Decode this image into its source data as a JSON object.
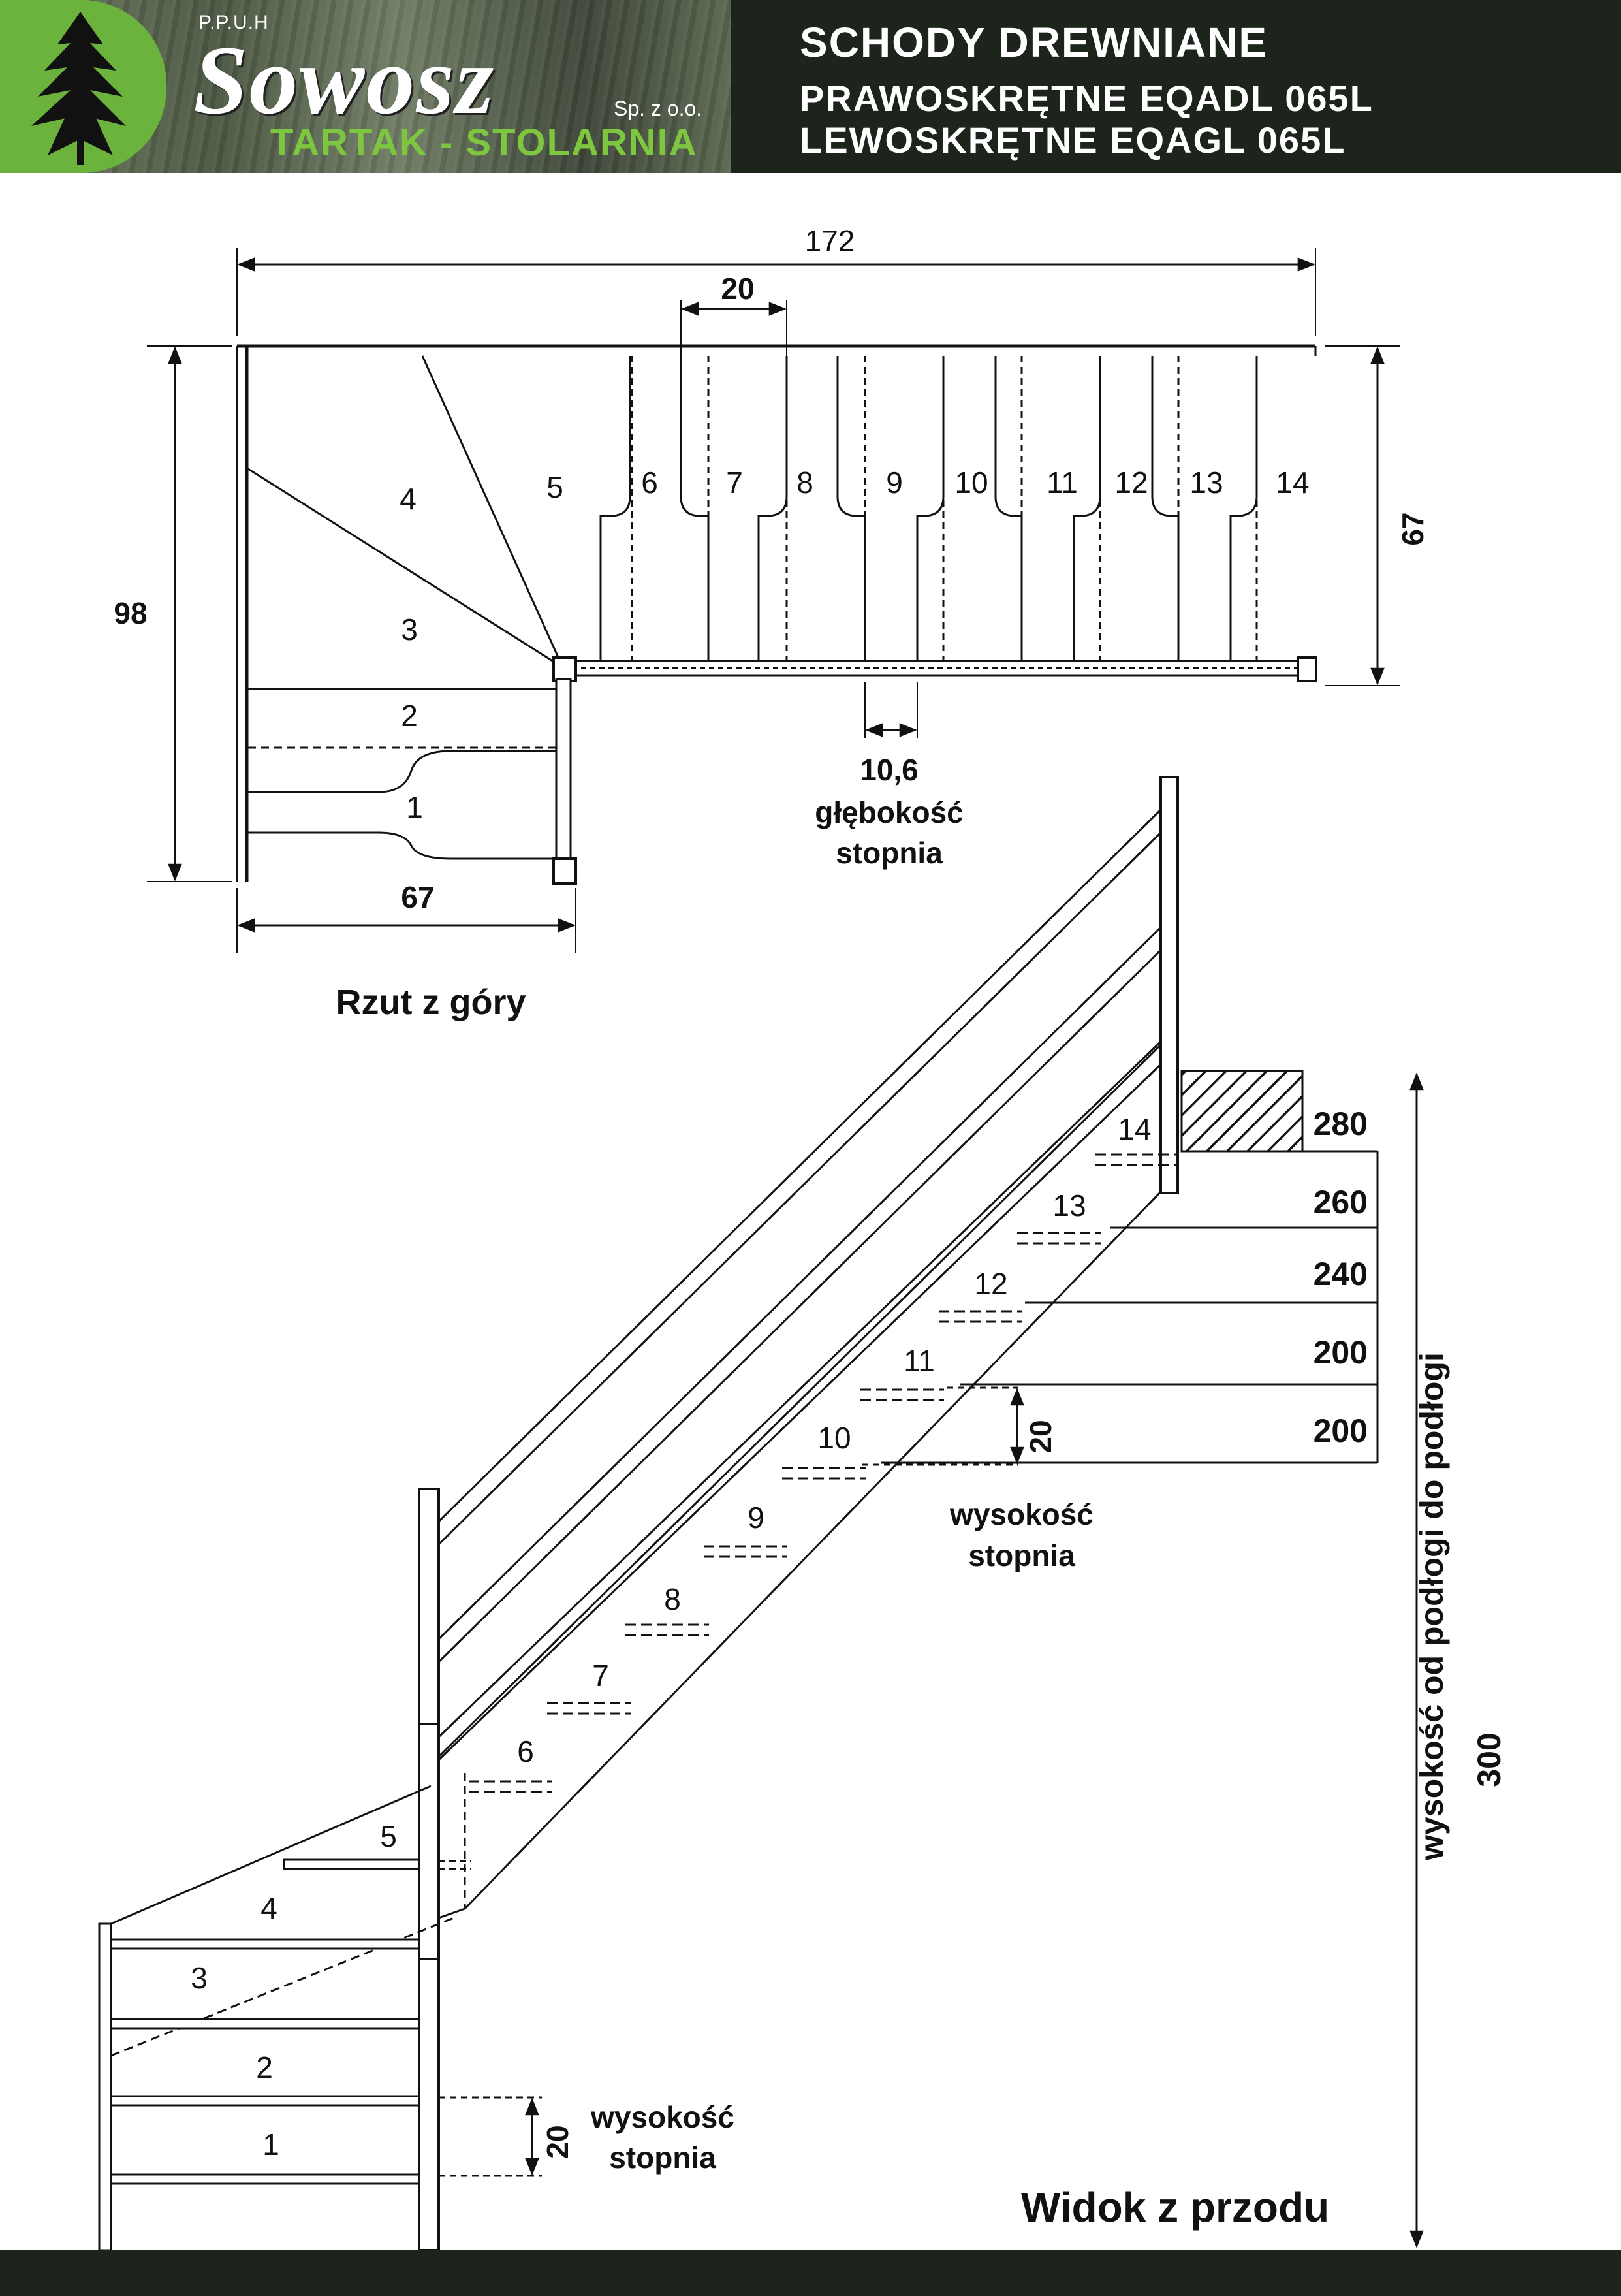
{
  "header": {
    "company_prefix": "P.P.U.H",
    "brand": "Sowosz",
    "legal_form": "Sp. z o.o.",
    "tagline": "TARTAK - STOLARNIA",
    "title": "SCHODY DREWNIANE",
    "line_right": "PRAWOSKRĘTNE  EQADL 065L",
    "line_left": "LEWOSKRĘTNE  EQAGL 065L"
  },
  "top_view": {
    "caption": "Rzut z góry",
    "dim_total_width": "172",
    "dim_step_width": "20",
    "dim_depth_left": "98",
    "dim_depth_right": "67",
    "dim_bottom_width": "67",
    "dim_tread_depth": "10,6",
    "tread_depth_label_1": "głębokość",
    "tread_depth_label_2": "stopnia",
    "step_numbers": [
      "1",
      "2",
      "3",
      "4",
      "5",
      "6",
      "7",
      "8",
      "9",
      "10",
      "11",
      "12",
      "13",
      "14"
    ]
  },
  "front_view": {
    "caption": "Widok z przodu",
    "step_numbers": [
      "1",
      "2",
      "3",
      "4",
      "5",
      "6",
      "7",
      "8",
      "9",
      "10",
      "11",
      "12",
      "13",
      "14"
    ],
    "step_height_value": "20",
    "step_height_label_1": "wysokość",
    "step_height_label_2": "stopnia",
    "lower_step_height_value": "20",
    "height_table": [
      "280",
      "260",
      "240",
      "200",
      "200"
    ],
    "floor_to_floor_label": "wysokość od podłogi do podłogi",
    "floor_to_floor_value": "300"
  },
  "colors": {
    "header_bg": "#1c241c",
    "brand_green": "#6cb33e",
    "tagline_green": "#7ec63f",
    "ink": "#111111"
  }
}
